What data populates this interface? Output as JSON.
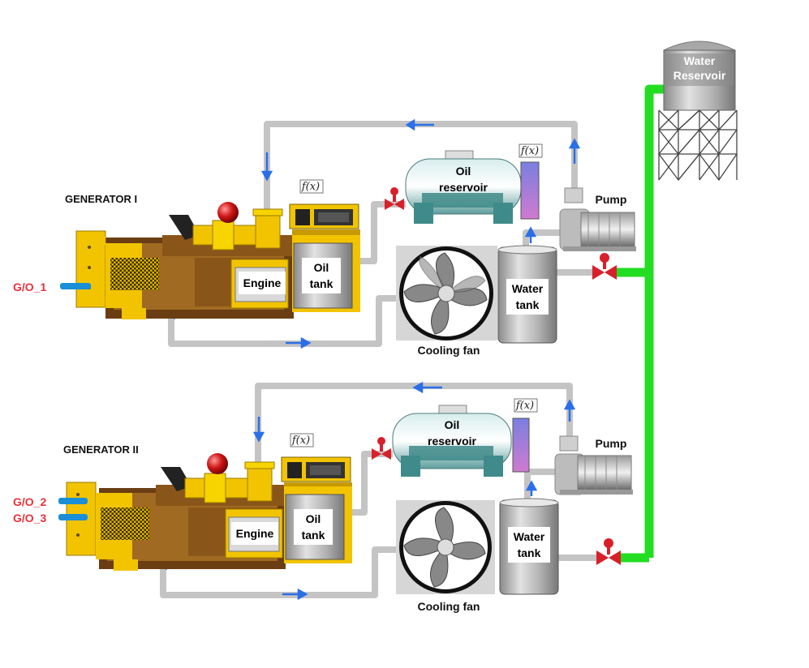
{
  "water_reservoir": {
    "line1": "Water",
    "line2": "Reservoir"
  },
  "units": [
    {
      "title": "GENERATOR I",
      "outputs": [
        "G/O_1"
      ],
      "engine": "Engine",
      "oil_tank": {
        "line1": "Oil",
        "line2": "tank"
      },
      "oil_reservoir": {
        "line1": "Oil",
        "line2": "reservoir"
      },
      "water_tank": {
        "line1": "Water",
        "line2": "tank"
      },
      "pump": "Pump",
      "cooling_fan": "Cooling fan",
      "fx_labels": [
        "f(x)",
        "f(x)"
      ]
    },
    {
      "title": "GENERATOR II",
      "outputs": [
        "G/O_2",
        "G/O_3"
      ],
      "engine": "Engine",
      "oil_tank": {
        "line1": "Oil",
        "line2": "tank"
      },
      "oil_reservoir": {
        "line1": "Oil",
        "line2": "reservoir"
      },
      "water_tank": {
        "line1": "Water",
        "line2": "tank"
      },
      "pump": "Pump",
      "cooling_fan": "Cooling fan",
      "fx_labels": [
        "f(x)",
        "f(x)"
      ]
    }
  ],
  "colors": {
    "output_label": "#e8323c",
    "output_connector": "#1a8fd8",
    "pipe": "#c8c8c8",
    "water_main": "#22dd22",
    "flow_arrow": "#2a6fe8",
    "valve": "#d8202a",
    "generator_yellow": "#f2c400",
    "generator_brown": "#6b3d12",
    "tank_teal": "#3f8a8a"
  }
}
